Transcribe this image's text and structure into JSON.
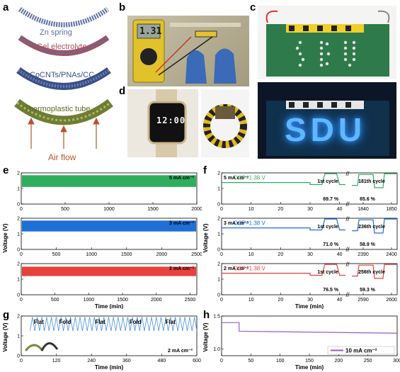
{
  "panels": {
    "a": "a",
    "b": "b",
    "c": "c",
    "d": "d",
    "e": "e",
    "f": "f",
    "g": "g",
    "h": "h"
  },
  "panel_a": {
    "layers": [
      "Zn spring",
      "Gel electrolyte",
      "CoCNTs/PNAs/CC",
      "Thermoplastic tube"
    ],
    "airflow": "Air flow",
    "colors": {
      "zn": "#5b6fa0",
      "gel": "#a94f5a",
      "cc": "#3a4f86",
      "tube": "#7a8a3a",
      "air": "#b8552f"
    }
  },
  "panel_b": {
    "meter_reading": "1.31"
  },
  "panel_c": {
    "leds_text": "SDU"
  },
  "panel_d": {
    "watch_time": "12:00"
  },
  "chart_data": [
    {
      "id": "e1",
      "type": "area",
      "label": "5 mA cm⁻²",
      "x_range": [
        0,
        2000
      ],
      "y_range": [
        0,
        2
      ],
      "xticks": [
        "0",
        "500",
        "1000",
        "1500",
        "2000"
      ],
      "yticks": [
        "0",
        "1",
        "2"
      ],
      "band": {
        "low": 1.1,
        "high": 1.85
      },
      "color": "#2fae5e"
    },
    {
      "id": "e2",
      "type": "area",
      "label": "3 mA cm⁻²",
      "x_range": [
        0,
        2500
      ],
      "y_range": [
        0,
        2
      ],
      "xticks": [
        "0",
        "500",
        "1000",
        "1500",
        "2000",
        "2500"
      ],
      "yticks": [
        "0",
        "1",
        "2"
      ],
      "band": {
        "low": 1.15,
        "high": 1.85
      },
      "color": "#1e6fd6"
    },
    {
      "id": "e3",
      "type": "area",
      "label": "2 mA cm⁻²",
      "x_range": [
        0,
        2600
      ],
      "y_range": [
        0,
        2
      ],
      "xticks": [
        "0",
        "500",
        "1000",
        "1500",
        "2000",
        "2500"
      ],
      "yticks": [
        "0",
        "1",
        "2"
      ],
      "band": {
        "low": 1.2,
        "high": 1.8
      },
      "color": "#e8413c",
      "xlabel": "Time (min)"
    },
    {
      "id": "f1",
      "type": "line",
      "label": "5 mA cm⁻²",
      "color": "#2fae5e",
      "ocp": "OCP=1.38 V",
      "cycle1": "1st cycle",
      "cycleN": "181th cycle",
      "eff1": "69.7 %",
      "effN": "65.6 %",
      "xticks": [
        "0",
        "10",
        "20",
        "30",
        "40",
        "1840",
        "1850"
      ],
      "yticks": [
        "0",
        "1",
        "2"
      ]
    },
    {
      "id": "f2",
      "type": "line",
      "label": "3 mA cm⁻²",
      "color": "#1e6fd6",
      "ocp": "OCP=1.38 V",
      "cycle1": "1st cycle",
      "cycleN": "236th cycle",
      "eff1": "71.0 %",
      "effN": "58.9 %",
      "xticks": [
        "0",
        "10",
        "20",
        "30",
        "40",
        "2390",
        "2400"
      ],
      "yticks": [
        "0",
        "1",
        "2"
      ]
    },
    {
      "id": "f3",
      "type": "line",
      "label": "2 mA cm⁻²",
      "color": "#e8413c",
      "ocp": "OCP=1.38 V",
      "cycle1": "1st cycle",
      "cycleN": "256th cycle",
      "eff1": "76.5 %",
      "effN": "59.3 %",
      "xticks": [
        "0",
        "10",
        "20",
        "30",
        "40",
        "2590",
        "2600"
      ],
      "yticks": [
        "0",
        "1",
        "2"
      ],
      "xlabel": "Time (min)"
    },
    {
      "id": "g",
      "type": "line",
      "color": "#4a90d9",
      "label": "2 mA cm⁻²",
      "states": [
        "Flat",
        "Fold",
        "Flat",
        "Fold",
        "Flat"
      ],
      "x_range": [
        0,
        600
      ],
      "y_range": [
        0,
        2
      ],
      "xticks": [
        "0",
        "120",
        "240",
        "360",
        "480",
        "600"
      ],
      "yticks": [
        "0",
        "1",
        "2"
      ],
      "xlabel": "Time (min)"
    },
    {
      "id": "h",
      "type": "line",
      "color": "#9b59c6",
      "legend": "10 mA cm⁻²",
      "x_range": [
        0,
        300
      ],
      "y_range": [
        0.9,
        1.5
      ],
      "xticks": [
        "0",
        "50",
        "100",
        "150",
        "200",
        "250",
        "300"
      ],
      "yticks": [
        "1.0",
        "1.5"
      ],
      "points": [
        [
          0,
          1.4
        ],
        [
          30,
          1.4
        ],
        [
          30,
          1.27
        ],
        [
          300,
          1.24
        ]
      ],
      "xlabel": "Time (min)"
    }
  ],
  "axis": {
    "ylabel": "Voltage (V)",
    "xlabel": "Time (min)"
  }
}
